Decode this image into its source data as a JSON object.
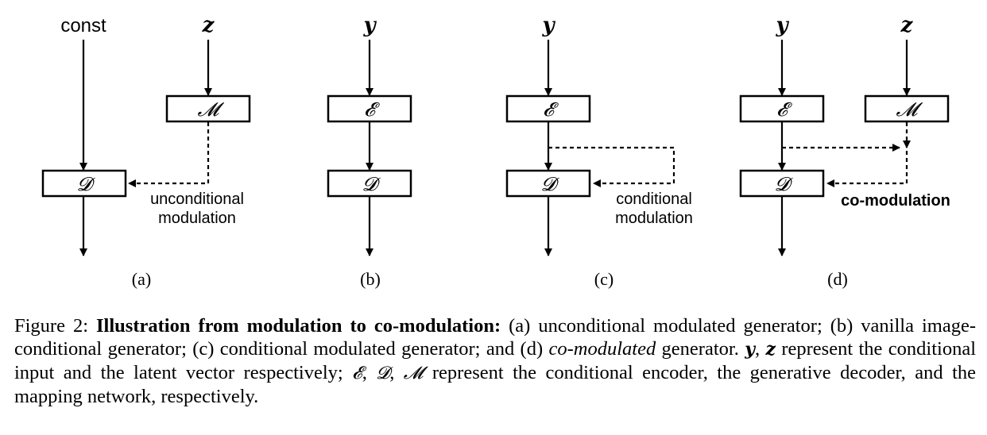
{
  "diagram": {
    "symbols": {
      "const": "const",
      "z": "z",
      "y": "y",
      "M": "𝓜",
      "E": "𝓔",
      "D": "𝓓"
    },
    "panels": [
      {
        "id": "a",
        "label": "(a)",
        "annotation": [
          "unconditional",
          "modulation"
        ]
      },
      {
        "id": "b",
        "label": "(b)"
      },
      {
        "id": "c",
        "label": "(c)",
        "annotation": [
          "conditional",
          "modulation"
        ]
      },
      {
        "id": "d",
        "label": "(d)",
        "annotation": [
          "co-modulation"
        ]
      }
    ]
  },
  "caption": {
    "figure_label": "Figure 2:",
    "title": "Illustration from modulation to co-modulation:",
    "part1": " (a) unconditional modulated generator; (b) vanilla image-conditional generator; (c) conditional modulated generator; and (d) ",
    "italic_term": "co-modulated",
    "part2": " generator. ",
    "sym_y": "y",
    "comma1": ", ",
    "sym_z": "z",
    "part3": " represent the conditional input and the latent vector respectively; ",
    "sym_E": "𝓔",
    "comma2": ", ",
    "sym_D": "𝓓",
    "comma3": ", ",
    "sym_M": "𝓜",
    "part4": " represent the conditional encoder, the generative decoder, and the mapping network, respectively."
  }
}
